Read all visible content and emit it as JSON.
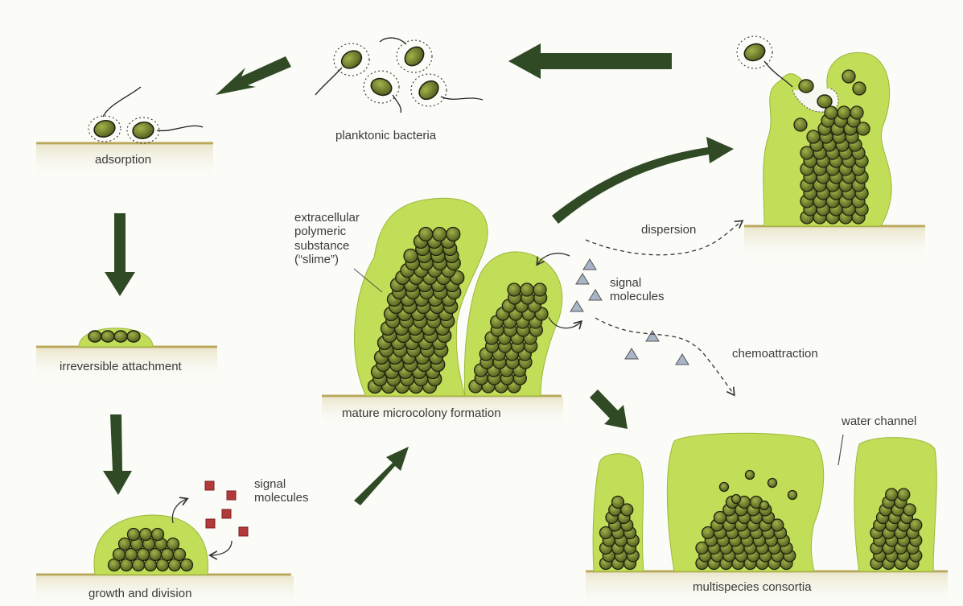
{
  "labels": {
    "planktonic": "planktonic bacteria",
    "adsorption": "adsorption",
    "irreversible": "irreversible attachment",
    "growth": "growth and division",
    "signal_1_line1": "signal",
    "signal_1_line2": "molecules",
    "eps_line1": "extracellular",
    "eps_line2": "polymeric",
    "eps_line3": "substance",
    "eps_line4": "(“slime”)",
    "mature": "mature microcolony formation",
    "dispersion": "dispersion",
    "signal_2_line1": "signal",
    "signal_2_line2": "molecules",
    "chemoattraction": "chemoattraction",
    "water_channel": "water channel",
    "multispecies": "multispecies consortia"
  },
  "colors": {
    "arrow": "#2f4a25",
    "slime": "#c2dd58",
    "slime_light": "#dcec8c",
    "cell": "#6b7a2a",
    "cell_outline": "#1e2410",
    "surface": "#b9a75a",
    "signal_square": "#b23a3a",
    "signal_triangle": "#a8b4c8",
    "text": "#3a3a3a"
  }
}
